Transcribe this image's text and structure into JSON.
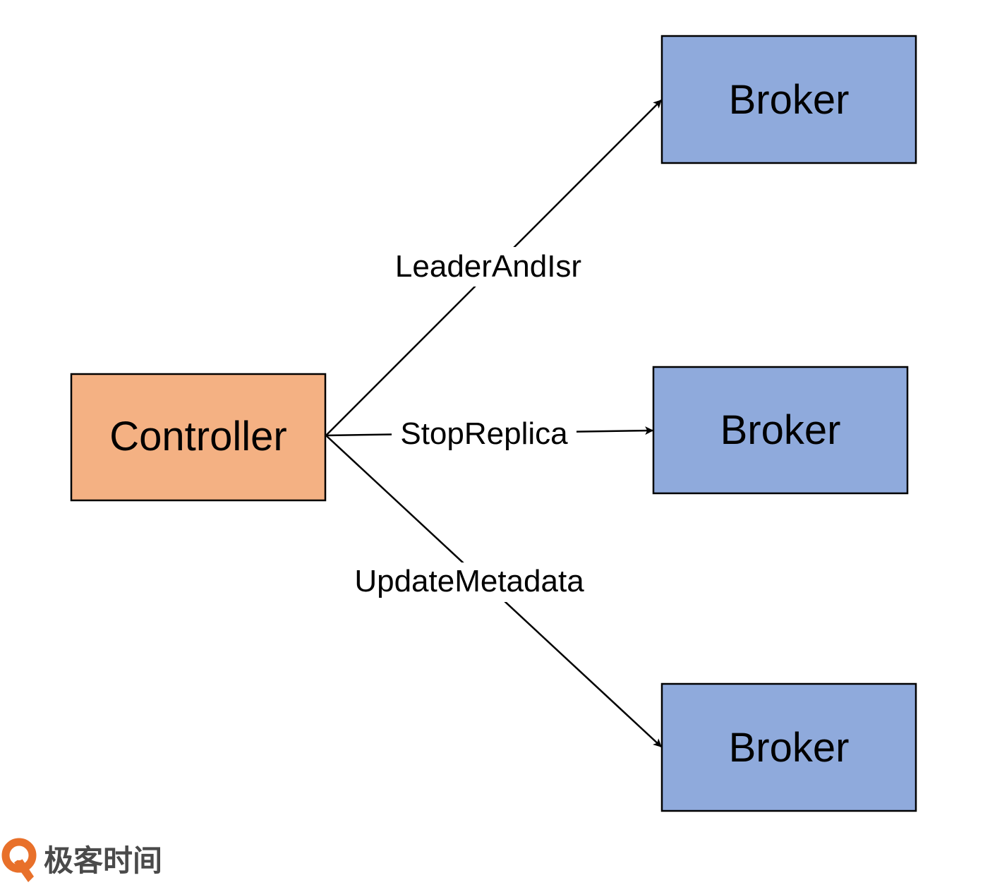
{
  "colors": {
    "controller_fill": "#f4b183",
    "broker_fill": "#8faadc",
    "stroke": "#000000",
    "brand_orange": "#e8702a",
    "brand_text": "#4a4a4a"
  },
  "nodes": {
    "controller": {
      "label": "Controller"
    },
    "broker_top": {
      "label": "Broker"
    },
    "broker_middle": {
      "label": "Broker"
    },
    "broker_bottom": {
      "label": "Broker"
    }
  },
  "edges": {
    "to_top": {
      "label": "LeaderAndIsr"
    },
    "to_middle": {
      "label": "StopReplica"
    },
    "to_bottom": {
      "label": "UpdateMetadata"
    }
  },
  "brand": {
    "icon": "geektime-logo-icon",
    "text": "极客时间"
  }
}
